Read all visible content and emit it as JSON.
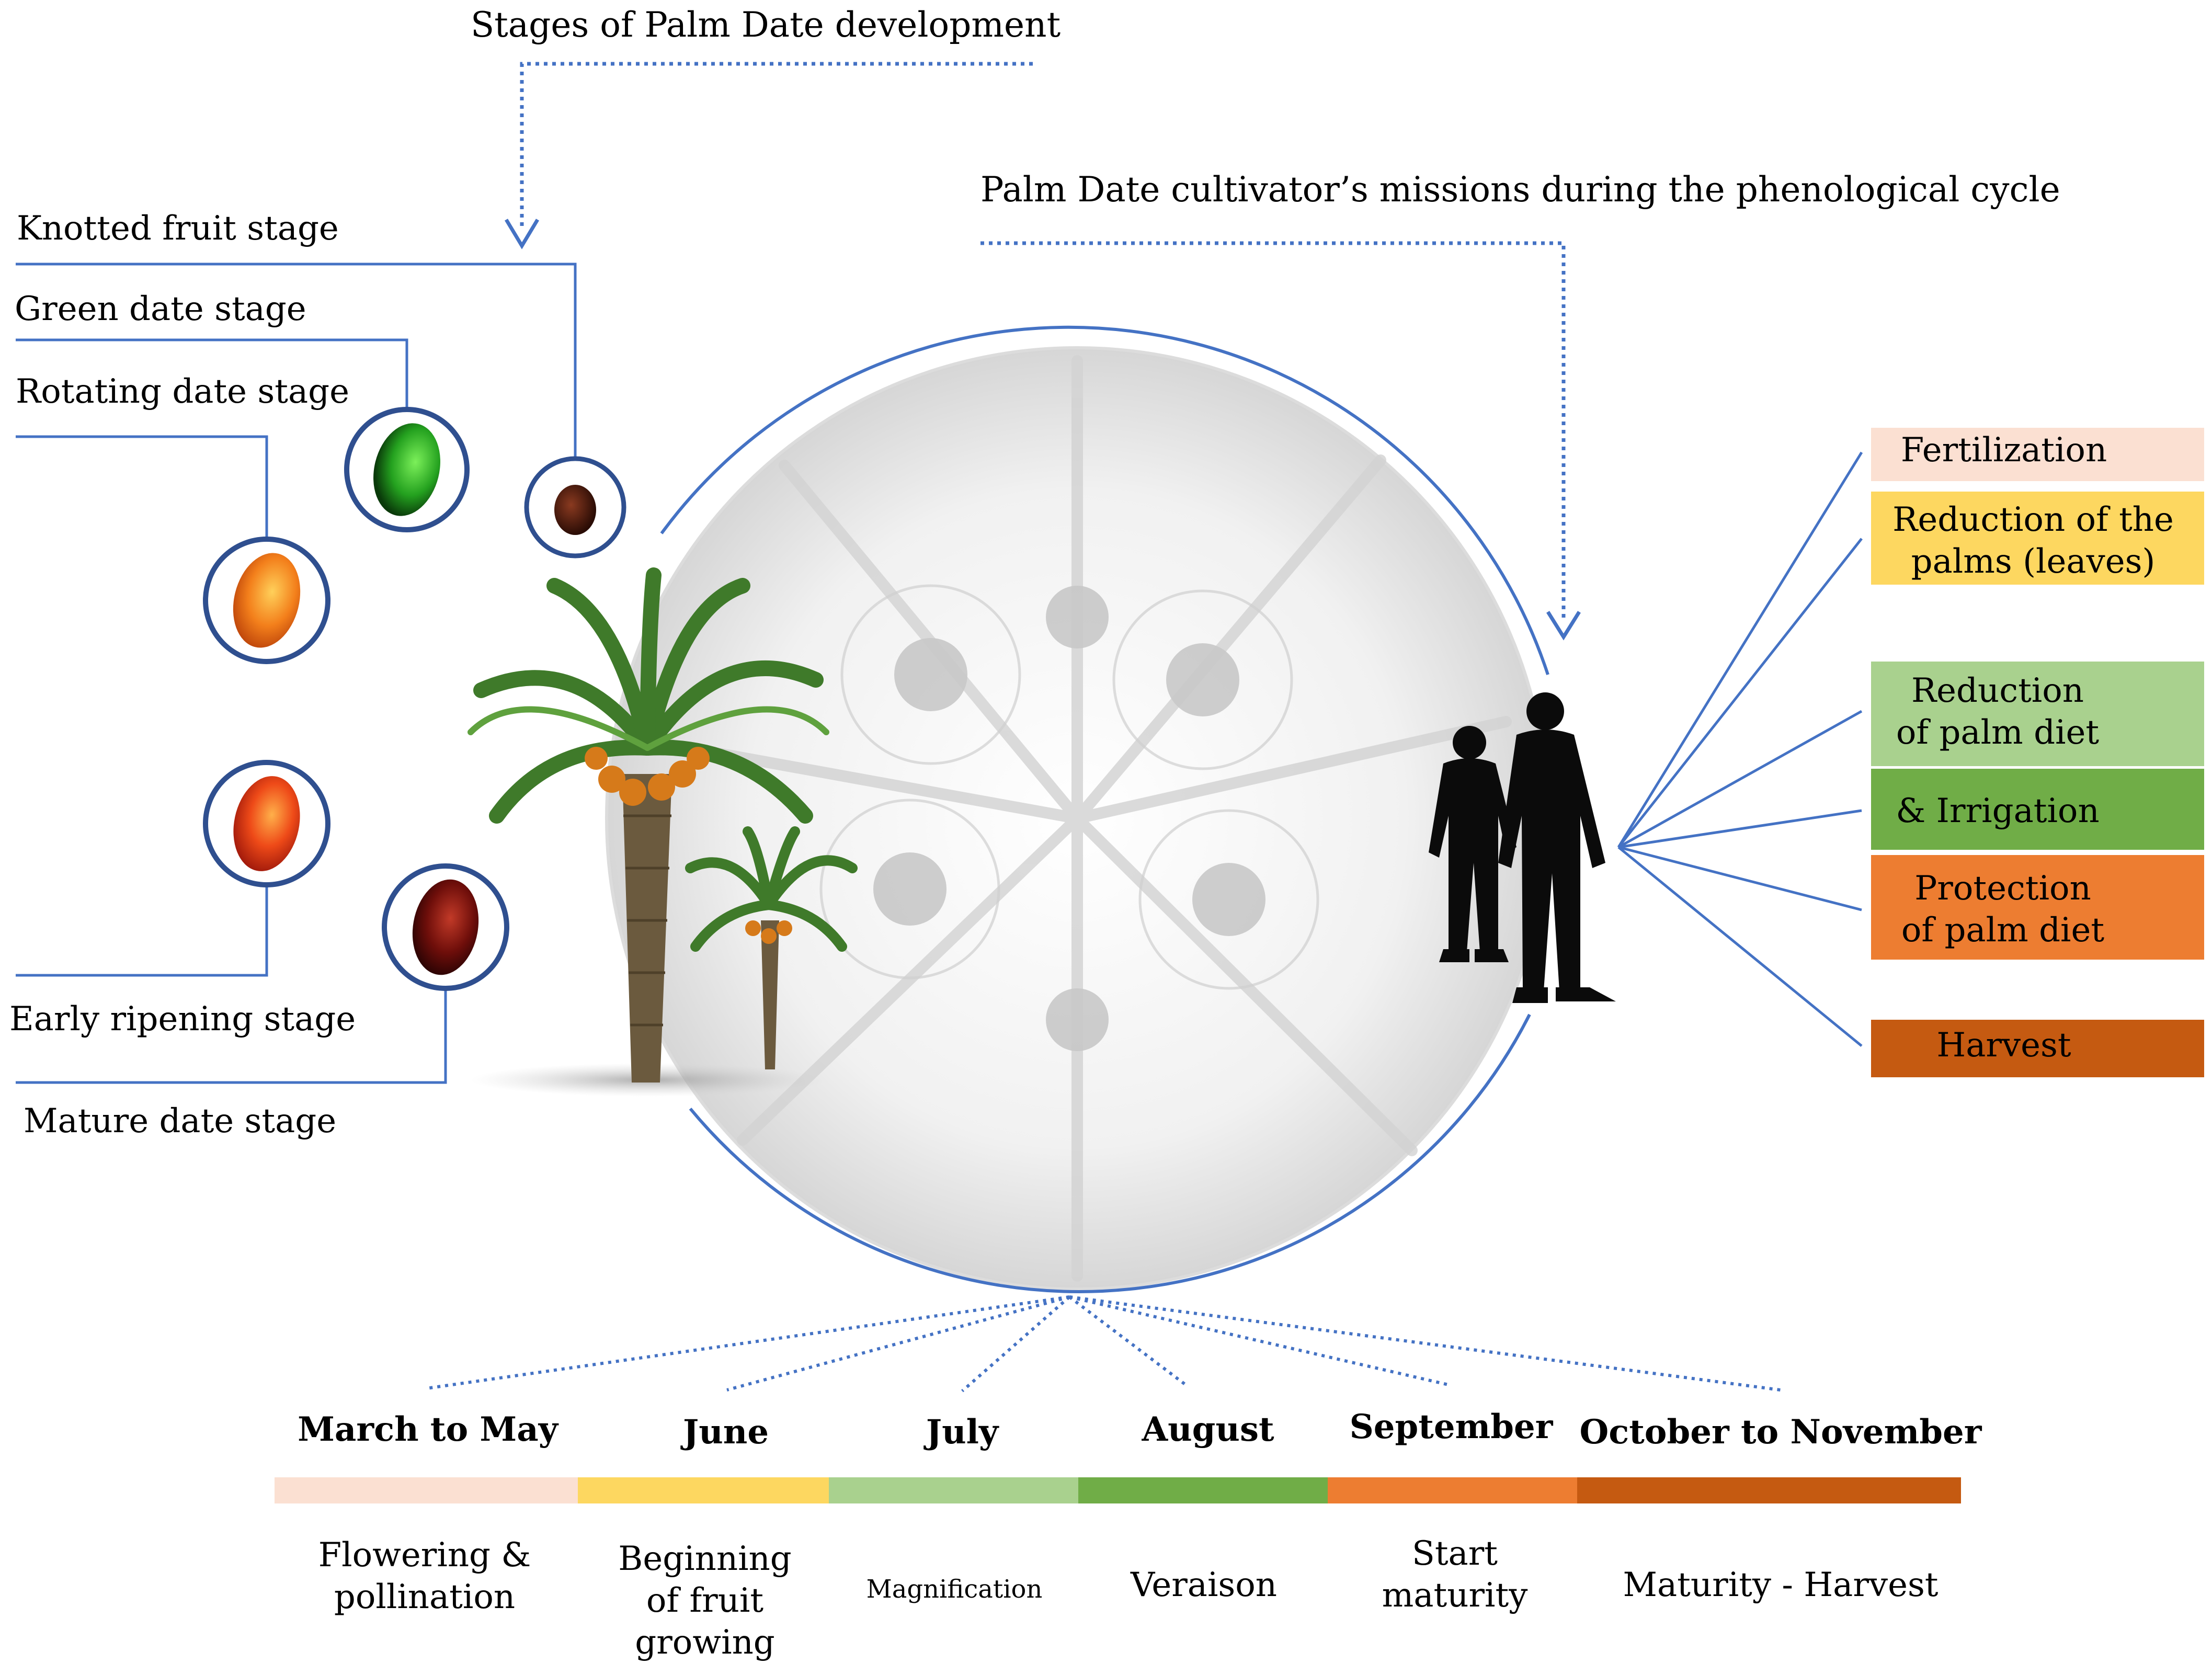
{
  "titles": {
    "stages": "Stages of Palm Date development",
    "missions": "Palm Date cultivator’s missions during the phenological cycle"
  },
  "stages": [
    {
      "label": "Knotted fruit stage",
      "color": "#4a1c10"
    },
    {
      "label": "Green date stage",
      "color": "#2fa42a"
    },
    {
      "label": "Rotating date stage",
      "color": "#f08a1c"
    },
    {
      "label": "Early ripening stage",
      "color": "#e8501a"
    },
    {
      "label": "Mature date stage",
      "color": "#7a0f0c"
    }
  ],
  "missions": [
    {
      "lines": [
        "Fertilization"
      ],
      "color": "#fbe0d2"
    },
    {
      "lines": [
        "Reduction of the",
        "palms (leaves)"
      ],
      "color": "#fdd760"
    },
    {
      "lines": [
        "Reduction",
        "of palm diet"
      ],
      "color": "#a9d18e"
    },
    {
      "lines": [
        "& Irrigation"
      ],
      "color": "#70ad47"
    },
    {
      "lines": [
        "Protection",
        "of palm diet"
      ],
      "color": "#ed7d31"
    },
    {
      "lines": [
        "Harvest"
      ],
      "color": "#c55a11"
    }
  ],
  "timeline": [
    {
      "month": "March to May",
      "lines": [
        "Flowering &",
        "pollination"
      ],
      "color": "#fbe0d2"
    },
    {
      "month": "June",
      "lines": [
        "Beginning",
        "of fruit",
        "growing"
      ],
      "color": "#fdd760"
    },
    {
      "month": "July",
      "lines": [
        "Magnification"
      ],
      "color": "#a9d18e"
    },
    {
      "month": "August",
      "lines": [
        "Veraison"
      ],
      "color": "#70ad47"
    },
    {
      "month": "September",
      "lines": [
        "Start",
        "maturity"
      ],
      "color": "#ed7d31"
    },
    {
      "month": "October to November",
      "lines": [
        "Maturity - Harvest"
      ],
      "color": "#c55a11"
    }
  ],
  "colors": {
    "line": "#4472c4",
    "circle_stroke": "#2f4f8f"
  }
}
